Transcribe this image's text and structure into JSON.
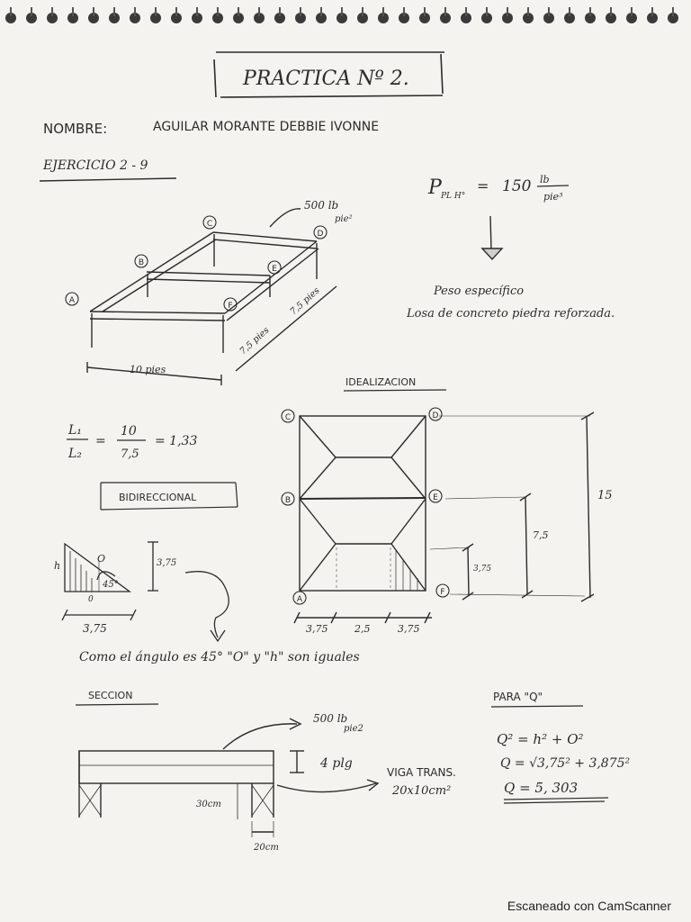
{
  "title": "PRACTICA Nº 2.",
  "name_label": "NOMBRE:",
  "name_value": "AGUILAR   MORANTE   DEBBIE   IVONNE",
  "exercise": "EJERCICIO 2 - 9",
  "unit_weight": {
    "lhs": "P",
    "sub": "PL H°",
    "eq": "=",
    "value": "150",
    "num": "lb",
    "den": "pie³"
  },
  "peso_label": "Peso específico",
  "losa_label": "Losa de concreto piedra reforzada.",
  "load_note": {
    "num": "500 lb",
    "den": "pie²"
  },
  "iso": {
    "pt_a": "A",
    "pt_b": "B",
    "pt_c": "C",
    "pt_d": "D",
    "pt_e": "E",
    "pt_f": "F",
    "dim_10": "10 pies",
    "dim_75a": "7,5 pies",
    "dim_75b": "7,5 pies"
  },
  "ratio": {
    "l1": "L₁",
    "l2": "L₂",
    "n1": "10",
    "d1": "7,5",
    "result": "= 1,33",
    "eq": "="
  },
  "bidirectional": "BIDIRECCIONAL",
  "idealization_title": "IDEALIZACION",
  "plan": {
    "c": "C",
    "d": "D",
    "b": "B",
    "e": "E",
    "a": "A",
    "f": "F",
    "dim_15": "15",
    "dim_75": "7,5",
    "dim_375": "3,75",
    "bottom_1": "3,75",
    "bottom_2": "2,5",
    "bottom_3": "3,75"
  },
  "triangle": {
    "o": "O",
    "h": "h",
    "angle": "45°",
    "side": "3,75",
    "base": "3,75",
    "zero": "0"
  },
  "angle_note": "Como el ángulo es 45° \"O\" y \"h\" son iguales",
  "section_title": "SECCION",
  "section": {
    "load": "500 lb",
    "load_den": "pie2",
    "thick": "4 plg",
    "beam_label": "VIGA TRANS.",
    "beam_dims": "20x10cm²",
    "h30": "30cm",
    "w20": "20cm"
  },
  "para_title": "PARA \"Q\"",
  "formula": {
    "l1": "Q² = h² + O²",
    "l2": "Q = √3,75² + 3,875²",
    "l3": "Q = 5, 303"
  },
  "footer": "Escaneado con CamScanner",
  "colors": {
    "ink": "#2b2b2b",
    "paper": "#f4f3ef",
    "ring": "#333333"
  }
}
